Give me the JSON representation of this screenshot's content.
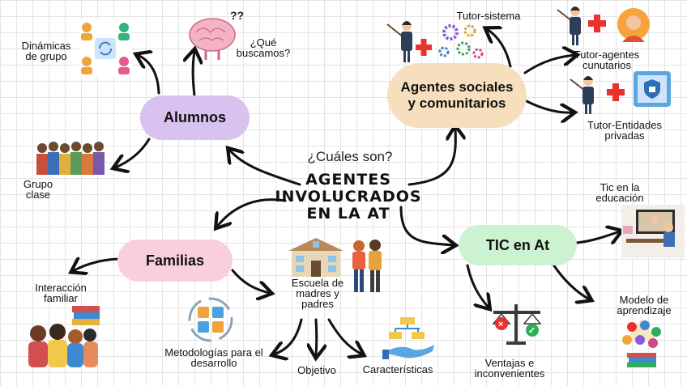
{
  "center": {
    "question": "¿Cuáles son?",
    "title": "AGENTES INVOLUCRADOS EN LA AT"
  },
  "nodes": {
    "alumnos": "Alumnos",
    "agentes": "Agentes sociales y comunitarios",
    "familias": "Familias",
    "tic": "TIC en At"
  },
  "labels": {
    "dinamicas": "Dinámicas de grupo",
    "que_buscamos": "¿Qué buscamos?",
    "grupo_clase": "Grupo clase",
    "tutor_sistema": "Tutor-sistema",
    "tutor_agentes": "Tutor-agentes cunutarios",
    "tutor_entidades": "Tutor-Entidades privadas",
    "tic_educacion": "Tic en la educación",
    "interaccion": "Interacción familiar",
    "escuela": "Escuela de madres y padres",
    "metodologias": "Metodologías para el desarrollo",
    "objetivo": "Objetivo",
    "caracteristicas": "Características",
    "ventajas": "Ventajas e inconvenientes",
    "modelo": "Modelo de aprendizaje"
  },
  "colors": {
    "alumnos": "#d9c2ef",
    "agentes": "#f7dfbd",
    "familias": "#f9cfe0",
    "tic": "#cdf2d2",
    "arrow": "#111111",
    "plus": "#e8322b"
  }
}
